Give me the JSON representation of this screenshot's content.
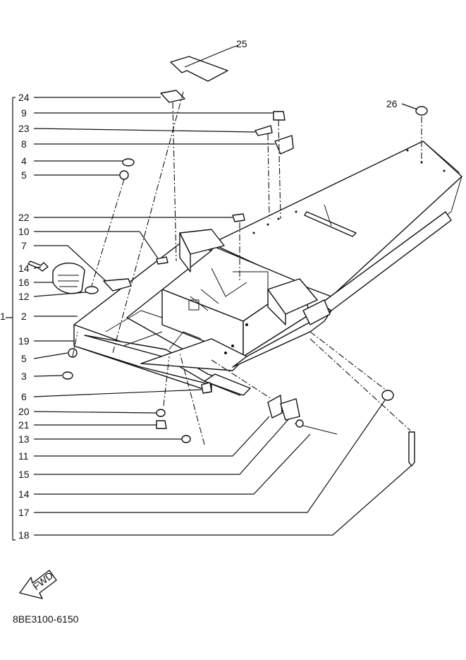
{
  "callouts": {
    "c1": "1",
    "c2": "2",
    "c3": "3",
    "c4": "4",
    "c5a": "5",
    "c5b": "5",
    "c6": "6",
    "c7": "7",
    "c8": "8",
    "c9": "9",
    "c10": "10",
    "c11": "11",
    "c12": "12",
    "c13": "13",
    "c14a": "14",
    "c14b": "14",
    "c15": "15",
    "c16": "16",
    "c17": "17",
    "c18": "18",
    "c19": "19",
    "c20": "20",
    "c21": "21",
    "c22": "22",
    "c23": "23",
    "c24": "24",
    "c25": "25",
    "c26": "26"
  },
  "fwd_label": "FWD",
  "drawing_code": "8BE3100-6150"
}
